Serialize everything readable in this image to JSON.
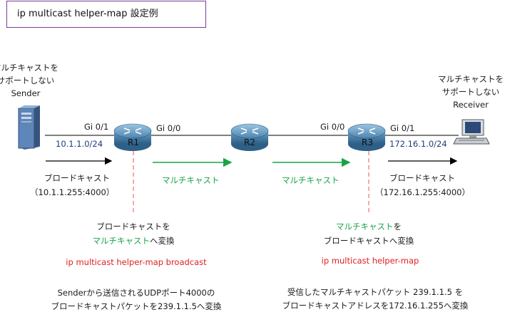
{
  "title": "ip multicast helper-map 設定例",
  "sender": {
    "caption_line1": "マルチキャストを",
    "caption_line2": "サポートしない",
    "caption_line3": "Sender"
  },
  "receiver": {
    "caption_line1": "マルチキャストを",
    "caption_line2": "サポートしない",
    "caption_line3": "Receiver"
  },
  "routers": [
    {
      "name": "R1",
      "left_port": "Gi 0/1",
      "right_port": "Gi 0/0"
    },
    {
      "name": "R2"
    },
    {
      "name": "R3",
      "left_port": "Gi 0/0",
      "right_port": "Gi 0/1"
    }
  ],
  "subnets": {
    "left": "10.1.1.0/24",
    "right": "172.16.1.0/24"
  },
  "traffic": {
    "left_label": "ブロードキャスト",
    "left_addr": "（10.1.1.255:4000）",
    "mid1_label": "マルチキャスト",
    "mid2_label": "マルチキャスト",
    "right_label": "ブロードキャスト",
    "right_addr": "（172.16.1.255:4000）"
  },
  "r1_note": {
    "line1": "ブロードキャストを",
    "line2_green": "マルチキャスト",
    "line2_rest": "へ変換",
    "command": "ip multicast helper-map broadcast",
    "desc_line1": "Senderから送信されるUDPポート4000の",
    "desc_line2": "ブロードキャストパケットを239.1.1.5へ変換"
  },
  "r3_note": {
    "line1_green": "マルチキャスト",
    "line1_rest": "を",
    "line2": "ブロードキャストへ変換",
    "command": "ip multicast helper-map",
    "desc_line1": "受信したマルチキャストパケット 239.1.1.5 を",
    "desc_line2": "ブロードキャストアドレスを172.16.1.255へ変換"
  },
  "colors": {
    "title_border": "#7a3a9a",
    "subnet_text": "#1f3d7a",
    "multicast_arrow": "#19a34a",
    "broadcast_arrow": "#000000",
    "command_text": "#e02020",
    "dashed_line": "#f05050"
  },
  "icons": [
    "server-icon",
    "router-icon",
    "workstation-icon"
  ]
}
